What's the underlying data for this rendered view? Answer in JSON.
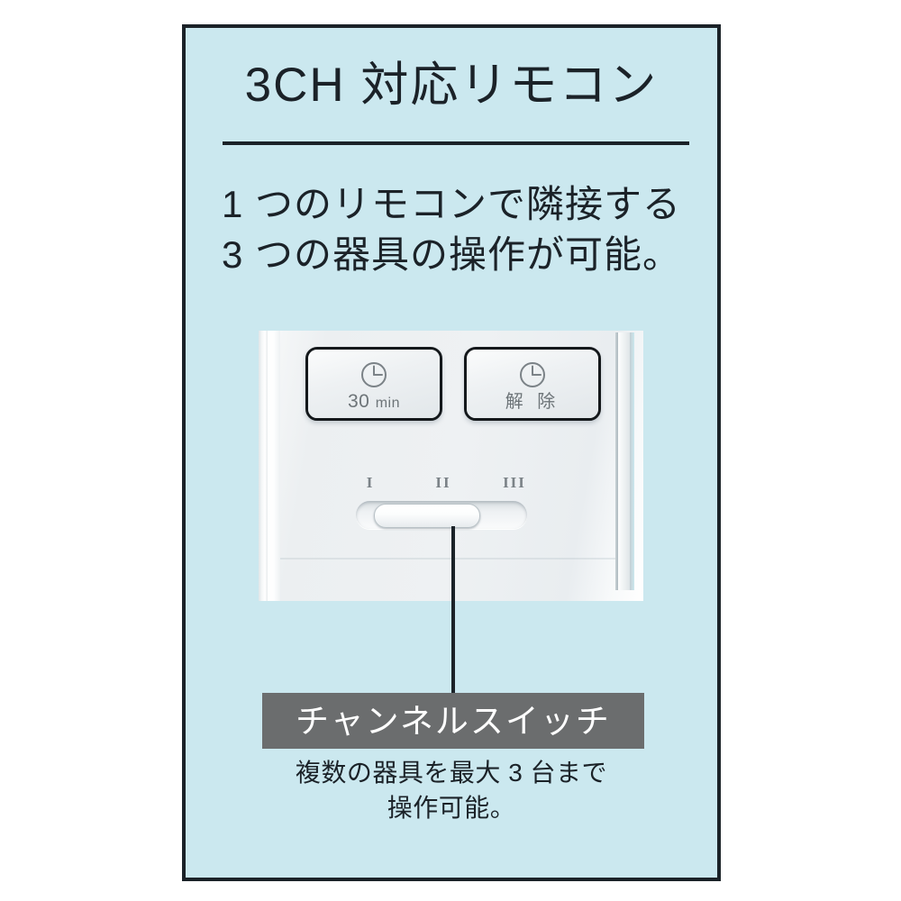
{
  "panel": {
    "background_color": "#cbe8ef",
    "border_color": "#1b2228",
    "title": "3CH 対応リモコン",
    "lead_lines": [
      "1 つのリモコンで隣接する",
      "3 つの器具の操作が可能。"
    ]
  },
  "remote": {
    "buttons": [
      {
        "icon": "clock-icon",
        "label": "30",
        "unit": "min",
        "name": "timer-30min-button"
      },
      {
        "icon": "clock-icon",
        "label": "解 除",
        "unit": "",
        "name": "timer-cancel-button"
      }
    ],
    "channel_marks": [
      "I",
      "II",
      "III"
    ],
    "slider": {
      "name": "channel-switch-slider",
      "positions": 3,
      "selected_index": 1
    }
  },
  "callout": {
    "label": "チャンネルスイッチ",
    "background_color": "#6b6d6e",
    "text_color": "#ffffff"
  },
  "caption_lines": [
    "複数の器具を最大 3 台まで",
    "操作可能。"
  ]
}
